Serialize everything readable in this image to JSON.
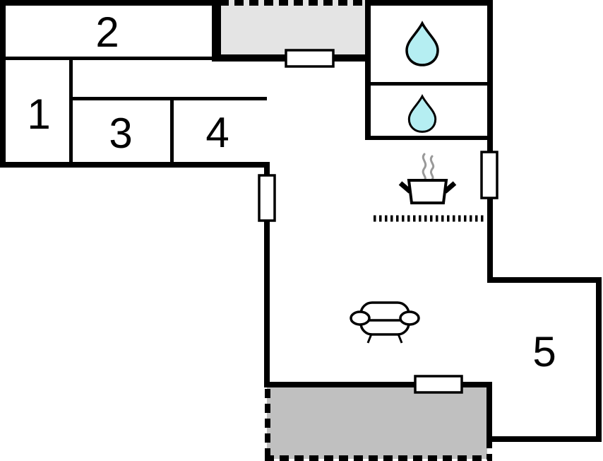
{
  "floorplan": {
    "rooms": [
      {
        "label": "1"
      },
      {
        "label": "2"
      },
      {
        "label": "3"
      },
      {
        "label": "4"
      },
      {
        "label": "5"
      }
    ],
    "icons": {
      "bathroom_top": "water-drop-icon",
      "bathroom_bottom": "water-drop-icon",
      "kitchen": "cooking-pot-icon",
      "kitchen_steam": "steam-icon",
      "living_room": "sofa-icon",
      "openings": "window-marker",
      "kitchen_counter": "dotted-counter-line"
    },
    "colors": {
      "wall": "#000000",
      "window_fill": "#ffffff",
      "terrace_top": "#e4e4e4",
      "terrace_bottom": "#c0c0c0",
      "water_drop": "#b5eef2",
      "steam": "#999999",
      "background": "#ffffff"
    }
  }
}
